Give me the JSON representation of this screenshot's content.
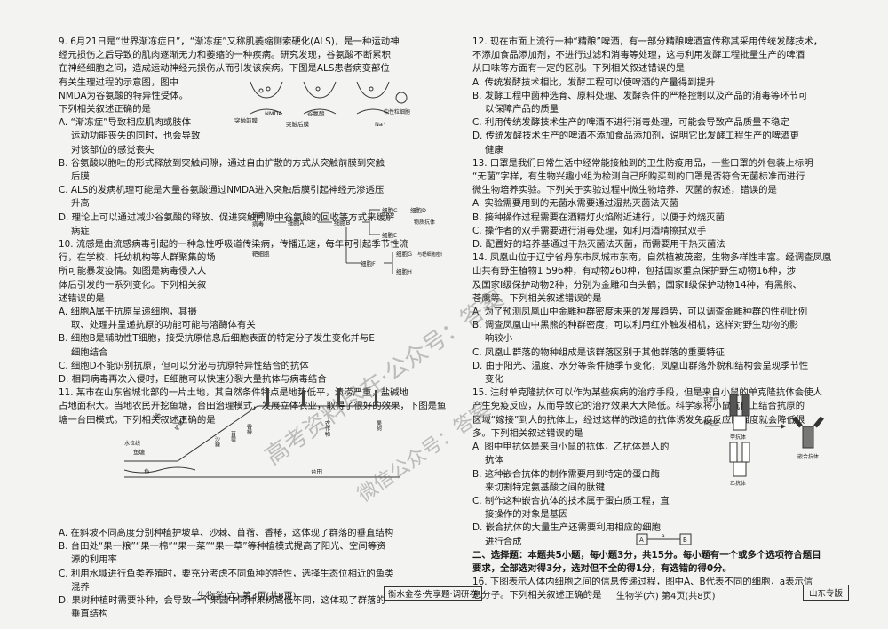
{
  "left": {
    "q9": {
      "stem1": "9. 6月21日是“世界渐冻症日”，“渐冻症”又称肌萎缩侧索硬化(ALS)，是一种运动神",
      "stem2": "经元损伤之后导致的肌肉逐渐无力和萎缩的一种疾病。研究发现，谷氨酸不断累积",
      "stem3": "在神经细胞之间，造成运动神经元损伤从而引发该疾病。下图是ALS患者病变部位",
      "stem4": "有关生理过程的示意图，图中",
      "stem5": "NMDA为谷氨酸的特异性受体。",
      "stem6": "下列相关叙述正确的是",
      "A1": "A. “渐冻症”导致相应肌肉或肢体",
      "A2": "运动功能丧失的同时，也会导致",
      "A3": "对该部位的感觉丧失",
      "B1": "B. 谷氨酸以胞吐的形式释放到突触间隙，通过自由扩散的方式从突触前膜到突触",
      "B2": "后膜",
      "C1": "C. ALS的发病机理可能是大量谷氨酸通过NMDA进入突触后膜引起神经元渗透压",
      "C2": "升高",
      "D1": "D. 理论上可以通过减少谷氨酸的释放、促进突触间隙中谷氨酸的回收等方式来缓解",
      "D2": "病症"
    },
    "q10": {
      "stem1": "10. 流感是由流感病毒引起的一种急性呼吸道传染病，传播迅速，每年可引起季节性流",
      "stem2": "行，在学校、托幼机构等人群聚集的场",
      "stem3": "所可能暴发疫情。如图是病毒侵入人",
      "stem4": "体后引发的一系列变化。下列相关叙",
      "stem5": "述错误的是",
      "A1": "A. 细胞A属于抗原呈递细胞，其摄",
      "A2": "取、处理并呈递抗原的功能可能与溶酶体有关",
      "B1": "B. 细胞B是辅助性T细胞，接受抗原信息后细胞表面的特定分子发生变化并与E",
      "B2": "细胞结合",
      "C": "C. 细胞D不能识别抗原，但可以分泌与抗原特异性结合的抗体",
      "D": "D. 相同病毒再次入侵时，E细胞可以快速分裂大量抗体与病毒结合"
    },
    "q11": {
      "stem1": "11. 某市在山东省城北部的一片土地，其自然条件特点是地势低平，渍涝严重，盐碱地",
      "stem2": "占地面积大。当地农民开挖鱼塘，台田治理模式，发展立体农业，取得了很好的效果，下图是鱼",
      "stem3": "塘一台田模式。下列相关叙述正确的是",
      "A1": "A. 在斜坡不同高度分别种植护坡草、沙棘、苜蓿、香椿，这体现了群落的垂直结构",
      "B1": "B. 台田处“果一粮”“果一棉”“果一菜”“果一草”等种植模式提高了阳光、空间等资",
      "B2": "源的利用率",
      "C1": "C. 利用水域进行鱼类养殖时，要充分考虑不同鱼种的特性，选择生态位相近的鱼类",
      "C2": "混养",
      "D1": "D. 果树种植时需要补种，会导致一个果园中同种果树高低不同，这体现了群落的",
      "D2": "垂直结构"
    },
    "footer": "生物学(六)  第3页(共8页)"
  },
  "fig9": {
    "labels": [
      "突触前膜",
      "NMDA",
      "谷氨酸",
      "突触后膜",
      "中性粒细胞",
      "Na⁺"
    ]
  },
  "fig10": {
    "labels": [
      "流感",
      "病毒",
      "细胞A",
      "细胞B",
      "细胞C",
      "细胞D",
      "细胞E",
      "细胞F",
      "细胞G",
      "细胞H",
      "靶细胞",
      "物质",
      "抗体",
      "与靶细胞密切接触"
    ]
  },
  "fig11": {
    "labels": [
      "鸭",
      "护坡草",
      "沙棘",
      "苜蓿",
      "香椿",
      "果树",
      "农作物",
      "鱼",
      "鱼塘",
      "台田",
      "水位线"
    ]
  },
  "fig15": {
    "labels": [
      "可变区",
      "恒定区",
      "甲抗体",
      "乙抗体",
      "嵌合抗体"
    ]
  },
  "fig16": {
    "labels": [
      "A",
      "a",
      "B"
    ]
  },
  "right": {
    "q12": {
      "stem1": "12. 现在市面上流行一种“精酿”啤酒，有一部分精酿啤酒宣传称其采用传统发酵技术，",
      "stem2": "不添加食品添加剂，不进行过滤和消毒等处理，这与利用发酵工程批量生产的啤酒",
      "stem3": "从口味等方面有一定的区别。下列相关叙述错误的是",
      "A": "A. 传统发酵技术相比，发酵工程可以使啤酒的产量得到提升",
      "B1": "B. 发酵工程中菌种选育、原料处理、发酵条件的严格控制以及产品的消毒等环节可",
      "B2": "以保障产品的质量",
      "C": "C. 利用传统发酵技术生产的啤酒不进行消毒处理，可能会导致产品质量不稳定",
      "D1": "D. 传统发酵技术生产的啤酒不添加食品添加剂，说明它比发酵工程生产的啤酒更",
      "D2": "健康"
    },
    "q13": {
      "stem1": "13. 口罩是我们日常生活中经常能接触到的卫生防疫用品，一些口罩的外包装上标明",
      "stem2": "“无菌”字样，有生物兴趣小组为检测自己所购买到的口罩是否符合无菌标准而进行",
      "stem3": "微生物培养实验。下列关于实验过程中微生物培养、灭菌的叙述，错误的是",
      "A": "A. 实验需要用到的无菌水需要通过湿热灭菌法灭菌",
      "B": "B. 接种操作过程需要在酒精灯火焰附近进行，以便于灼烧灭菌",
      "C": "C. 操作者的双手需要进行消毒处理，如利用酒精擦拭双手",
      "D": "D. 配置好的培养基通过干热灭菌法灭菌，而需要用干热灭菌法"
    },
    "q14": {
      "stem1": "14. 凤凰山位于辽宁省丹东市凤城市东南，自然植被茂密，生物多样性丰富。经调查凤凰",
      "stem2": "山共有野生植物1 596种，有动物260种，包括国家重点保护野生动物16种，涉",
      "stem3": "及国家Ⅰ级保护动物2种，分别为金雕和白头鹤；国家Ⅱ级保护动物14种，有黑熊、",
      "stem4": "苍鹰等。下列相关叙述错误的是",
      "A": "A. 为了预测凤凰山中金雕种群密度未来的发展趋势，可以调查金雕种群的性别比例",
      "B1": "B. 调查凤凰山中黑熊的种群密度，可以利用红外触发相机，这样对野生动物的影",
      "B2": "响较小",
      "C": "C. 凤凰山群落的物种组成是该群落区别于其他群落的重要特征",
      "D1": "D. 由于阳光、温度、水分等条件随季节变化，凤凰山群落外貌和结构会呈现季节性",
      "D2": "变化"
    },
    "q15": {
      "stem1": "15. 注射单克隆抗体可以作为某些疾病的治疗手段，但是来自小鼠的单克隆抗体会使人",
      "stem2": "产生免疫反应，从而导致它的治疗效果大大降低。科学家将小鼠抗体上结合抗原的",
      "stem3": "区域“嫁接”到人的抗体上，经过这样的改造的抗体诱发免疫反应的强度就会降低很",
      "stem4": "多。下列相关叙述错误的是",
      "A1": "A. 图中甲抗体是来自小鼠的抗体，乙抗体是人的",
      "A2": "抗体",
      "B1": "B. 这种嵌合抗体的制作需要用到特定的蛋白酶",
      "B2": "来切割特定氨基酸之间的肽键",
      "C1": "C. 制作这种嵌合抗体的技术属于蛋白质工程，直",
      "C2": "接操作的对象是基因",
      "D1": "D. 嵌合抗体的大量生产还需要利用相应的细胞",
      "D2": "进行合成"
    },
    "sec2_1": "二、选择题：本题共5小题，每小题3分，共15分。每小题有一个或多个选项符合题目",
    "sec2_2": "要求，全部选对得3分，选对但不全的得1分，有选错的得0分。",
    "q16": {
      "stem1": "16. 下图表示人体内细胞之间的信息传递过程，图中A、B代表不同的细胞，a表示信",
      "stem2": "息分子。下列相关叙述正确的是"
    },
    "footer": "生物学(六)  第4页(共8页)",
    "region_tag": "山东专版"
  },
  "center_footer": "衡水金卷·先享题·调研卷",
  "watermark1": "高考资料尽在·公众号：答案",
  "watermark2": "微信公众号：答案"
}
